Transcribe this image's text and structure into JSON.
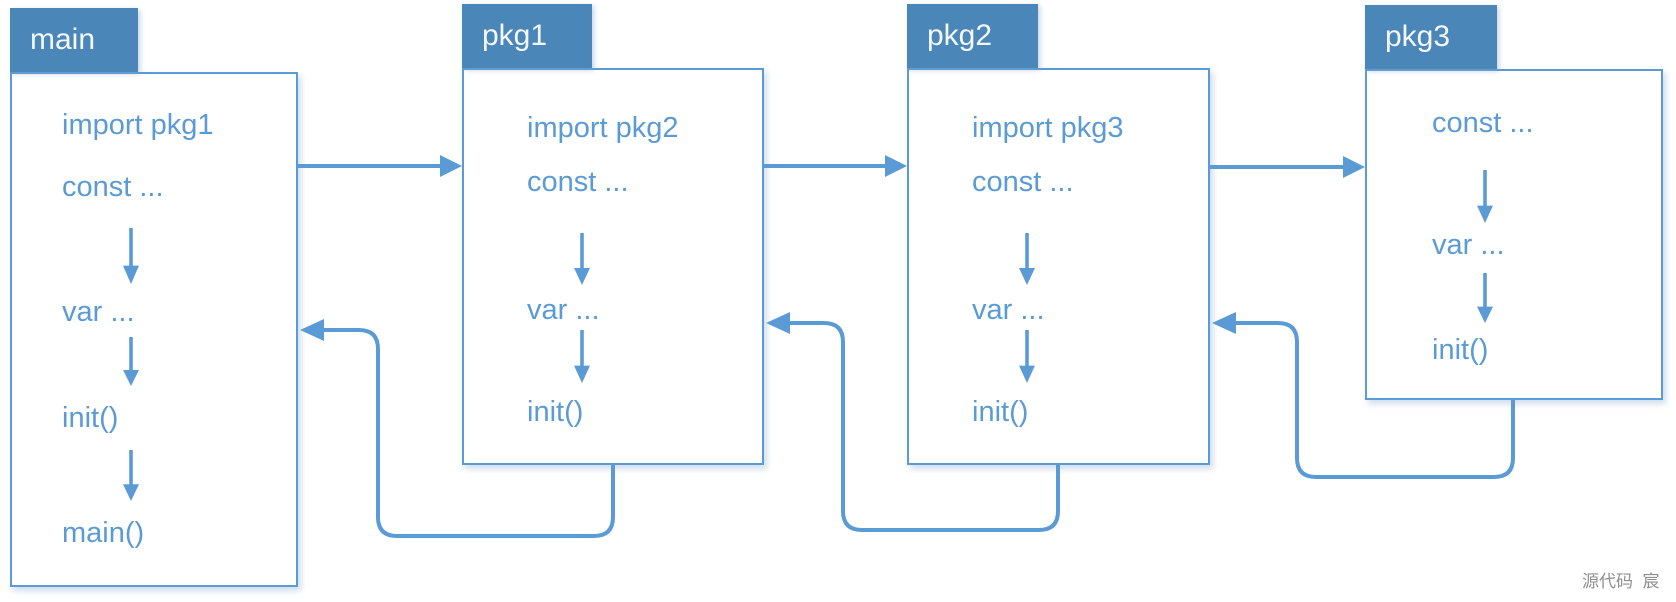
{
  "diagram": {
    "title_domain": "Go package initialization order",
    "accent_color": "#5B9BD5",
    "tab_fill_color": "#4A86B8",
    "watermark": "源代码  宸",
    "nodes": [
      {
        "id": "main",
        "title": "main",
        "lines": [
          "import pkg1",
          "const ...",
          "var ...",
          "init()",
          "main()"
        ]
      },
      {
        "id": "pkg1",
        "title": "pkg1",
        "lines": [
          "import pkg2",
          "const ...",
          "var ...",
          "init()"
        ]
      },
      {
        "id": "pkg2",
        "title": "pkg2",
        "lines": [
          "import pkg3",
          "const ...",
          "var ...",
          "init()"
        ]
      },
      {
        "id": "pkg3",
        "title": "pkg3",
        "lines": [
          "const ...",
          "var ...",
          "init()"
        ]
      }
    ],
    "edges": [
      {
        "from": "main",
        "to": "pkg1",
        "type": "call"
      },
      {
        "from": "pkg1",
        "to": "pkg2",
        "type": "call"
      },
      {
        "from": "pkg2",
        "to": "pkg3",
        "type": "call"
      },
      {
        "from": "pkg3",
        "to": "pkg2",
        "type": "return"
      },
      {
        "from": "pkg2",
        "to": "pkg1",
        "type": "return"
      },
      {
        "from": "pkg1",
        "to": "main",
        "type": "return"
      }
    ]
  }
}
